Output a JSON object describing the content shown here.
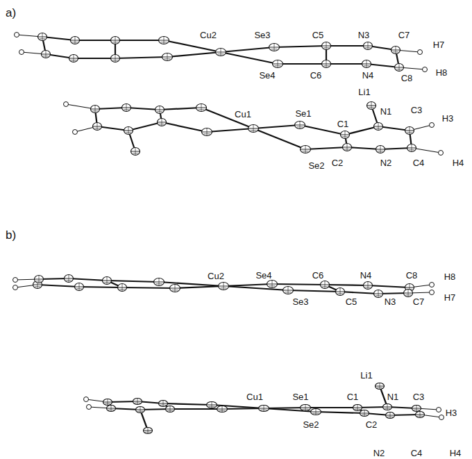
{
  "diagram": {
    "labels": [
      "a)",
      "Cu2",
      "Se3",
      "C5",
      "N3",
      "C7",
      "H7",
      "H8",
      "Se4",
      "C6",
      "N4",
      "C8",
      "Li1",
      "N1",
      "C3",
      "H3",
      "Cu1",
      "Se1",
      "C1",
      "C2",
      "Se2",
      "N2",
      "C4",
      "H4",
      "b)",
      "Cu2",
      "Se4",
      "C6",
      "N4",
      "C8",
      "H8",
      "H7",
      "Se3",
      "C5",
      "N3",
      "C7",
      "Li1",
      "Cu1",
      "Se1",
      "C1",
      "N1",
      "C3",
      "H3",
      "Se2",
      "C2",
      "N2",
      "C4",
      "H4"
    ]
  }
}
